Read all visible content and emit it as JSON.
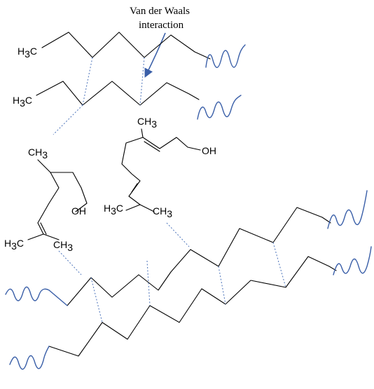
{
  "annotation": {
    "line1": "Van der Waals",
    "line2": "interaction",
    "arrow_color": "#3a5fa8"
  },
  "labels": {
    "chain_top_1": {
      "main": "H",
      "sub": "3",
      "tail": "C"
    },
    "chain_top_2": {
      "main": "H",
      "sub": "3",
      "tail": "C"
    },
    "citronellol_ch3_top": {
      "main": "CH",
      "sub": "3"
    },
    "citronellol_oh": "OH",
    "citronellol_h3c": {
      "main": "H",
      "sub": "3",
      "tail": "C"
    },
    "citronellol_ch3_bottom": {
      "main": "CH",
      "sub": "3"
    },
    "geraniol_ch3_top": {
      "main": "CH",
      "sub": "3"
    },
    "geraniol_oh": "OH",
    "geraniol_h3c": {
      "main": "H",
      "sub": "3",
      "tail": "C"
    },
    "geraniol_ch3_bottom": {
      "main": "CH",
      "sub": "3"
    }
  },
  "colors": {
    "bond": "#000000",
    "wave": "#3a5fa8",
    "vdw_dotted": "#5b7fc0"
  }
}
